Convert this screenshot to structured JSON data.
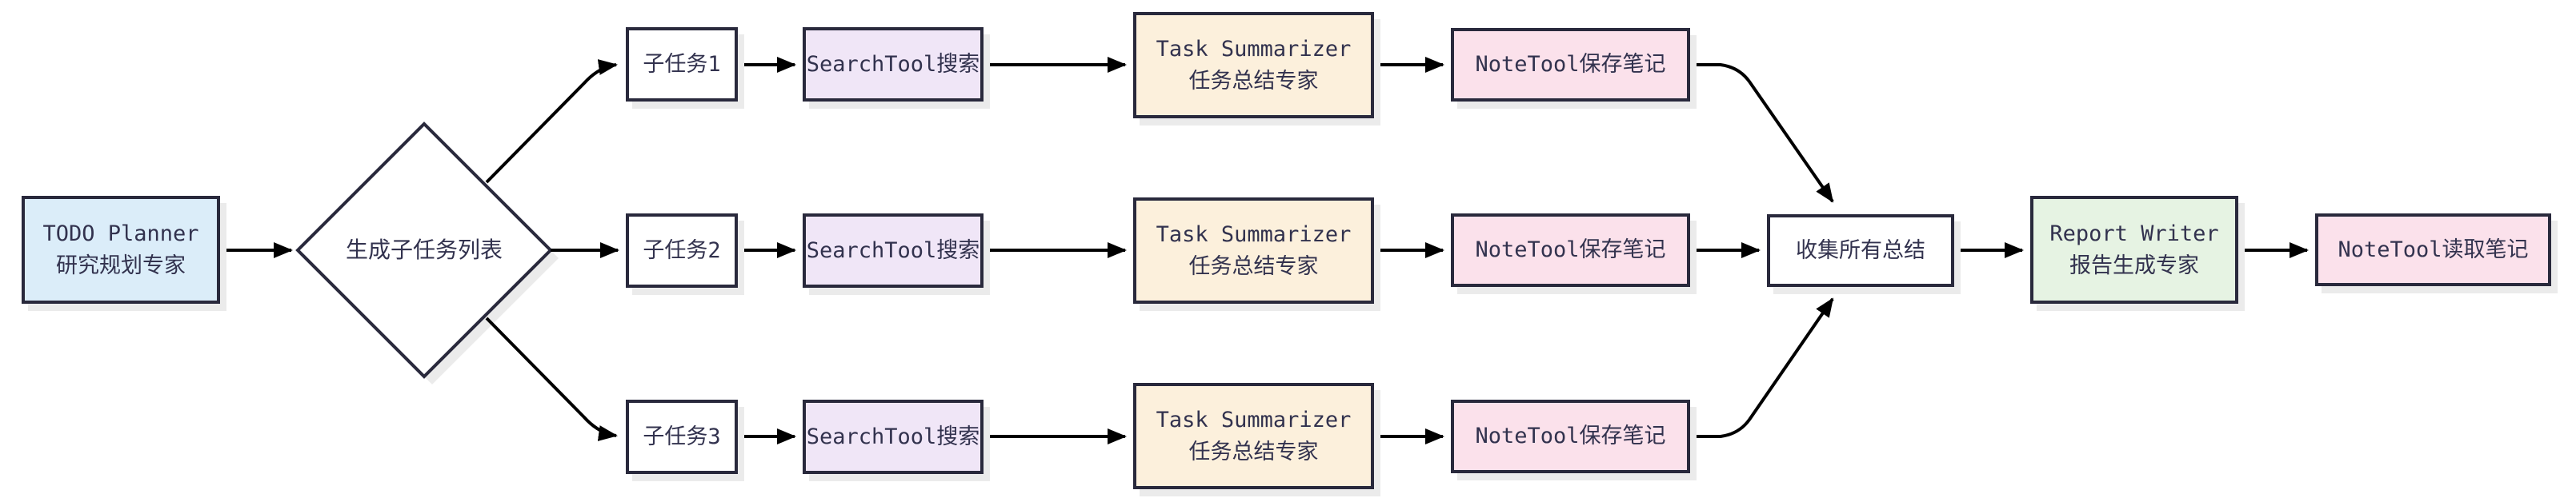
{
  "diagram_title": "research-agent-workflow-flowchart",
  "colors": {
    "node-border": "#29293c",
    "node-text": "#32324e",
    "edge-color": "#000000",
    "shadow": "#ebebeb",
    "fill-blue": "#dbedf9",
    "fill-purple": "#f0e6f7",
    "fill-cream": "#fcf0dc",
    "fill-pink": "#fbe1eb",
    "fill-green": "#e6f3e3",
    "fill-white": "#ffffff"
  },
  "nodes": {
    "todo_planner": {
      "line1": "TODO Planner",
      "line2": "研究规划专家",
      "shape": "rect",
      "fill": "#dbedf9"
    },
    "gen_subtasks": {
      "label": "生成子任务列表",
      "shape": "diamond",
      "fill": "#ffffff"
    },
    "subtask1": {
      "label": "子任务1",
      "shape": "rect",
      "fill": "#ffffff"
    },
    "subtask2": {
      "label": "子任务2",
      "shape": "rect",
      "fill": "#ffffff"
    },
    "subtask3": {
      "label": "子任务3",
      "shape": "rect",
      "fill": "#ffffff"
    },
    "search1": {
      "label": "SearchTool搜索",
      "shape": "rect",
      "fill": "#f0e6f7"
    },
    "search2": {
      "label": "SearchTool搜索",
      "shape": "rect",
      "fill": "#f0e6f7"
    },
    "search3": {
      "label": "SearchTool搜索",
      "shape": "rect",
      "fill": "#f0e6f7"
    },
    "summarizer1": {
      "line1": "Task Summarizer",
      "line2": "任务总结专家",
      "shape": "rect",
      "fill": "#fcf0dc"
    },
    "summarizer2": {
      "line1": "Task Summarizer",
      "line2": "任务总结专家",
      "shape": "rect",
      "fill": "#fcf0dc"
    },
    "summarizer3": {
      "line1": "Task Summarizer",
      "line2": "任务总结专家",
      "shape": "rect",
      "fill": "#fcf0dc"
    },
    "note_save1": {
      "label": "NoteTool保存笔记",
      "shape": "rect",
      "fill": "#fbe1eb"
    },
    "note_save2": {
      "label": "NoteTool保存笔记",
      "shape": "rect",
      "fill": "#fbe1eb"
    },
    "note_save3": {
      "label": "NoteTool保存笔记",
      "shape": "rect",
      "fill": "#fbe1eb"
    },
    "collect": {
      "label": "收集所有总结",
      "shape": "rect",
      "fill": "#ffffff"
    },
    "report_writer": {
      "line1": "Report Writer",
      "line2": "报告生成专家",
      "shape": "rect",
      "fill": "#e6f3e3"
    },
    "note_read": {
      "label": "NoteTool读取笔记",
      "shape": "rect",
      "fill": "#fbe1eb"
    }
  },
  "edges": [
    {
      "from": "todo_planner",
      "to": "gen_subtasks"
    },
    {
      "from": "gen_subtasks",
      "to": "subtask1"
    },
    {
      "from": "gen_subtasks",
      "to": "subtask2"
    },
    {
      "from": "gen_subtasks",
      "to": "subtask3"
    },
    {
      "from": "subtask1",
      "to": "search1"
    },
    {
      "from": "subtask2",
      "to": "search2"
    },
    {
      "from": "subtask3",
      "to": "search3"
    },
    {
      "from": "search1",
      "to": "summarizer1"
    },
    {
      "from": "search2",
      "to": "summarizer2"
    },
    {
      "from": "search3",
      "to": "summarizer3"
    },
    {
      "from": "summarizer1",
      "to": "note_save1"
    },
    {
      "from": "summarizer2",
      "to": "note_save2"
    },
    {
      "from": "summarizer3",
      "to": "note_save3"
    },
    {
      "from": "note_save1",
      "to": "collect"
    },
    {
      "from": "note_save2",
      "to": "collect"
    },
    {
      "from": "note_save3",
      "to": "collect"
    },
    {
      "from": "collect",
      "to": "report_writer"
    },
    {
      "from": "report_writer",
      "to": "note_read"
    }
  ]
}
